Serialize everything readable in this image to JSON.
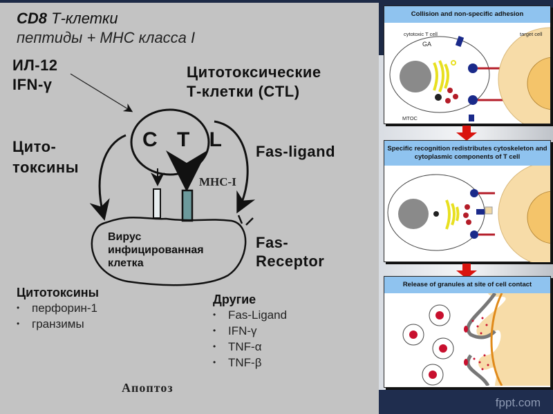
{
  "slide": {
    "brand": "fppt.com",
    "colors": {
      "slide_bg": "#1d2a46",
      "diagram_bg": "#c3c3c3",
      "panel_title_bg": "#8fc3ef",
      "arrow": "#d9140e",
      "granule": "#c8102e",
      "target_cell": "#f7dca8"
    }
  },
  "left_diagram": {
    "header": {
      "bold": "CD8",
      "italic": "Т-клетки",
      "line2": "пептиды + МНС класса I"
    },
    "inducers": {
      "line1": "ИЛ-12",
      "line2": "IFN-γ"
    },
    "ctl_title": {
      "line1": "Цитотоксические",
      "line2": "Т-клетки (CTL)"
    },
    "ctl_label": "C T L",
    "cytotoxins_label": {
      "line1": "Цито-",
      "line2": "токсины"
    },
    "fas_ligand_label": "Fas-ligand",
    "mhc_label": "МНС-I",
    "infected_cell": {
      "line1": "Вирус",
      "line2": "инфицированная",
      "line3": "клетка"
    },
    "fas_receptor_label": {
      "line1": "Fas-",
      "line2": "Receptor"
    },
    "cytotoxins_list": {
      "title": "Цитотоксины",
      "items": [
        "перфорин-1",
        "гранзимы"
      ]
    },
    "others_list": {
      "title": "Другие",
      "items": [
        "Fas-Ligand",
        "IFN-γ",
        "TNF-α",
        "TNF-β"
      ]
    },
    "outcome": "Апоптоз"
  },
  "right_diagram": {
    "panels": [
      {
        "title": "Collision and non-specific adhesion",
        "labels": {
          "t_cell": "cytotoxic T cell",
          "target": "target cell",
          "golgi": "GA",
          "mtoc": "MTOC"
        }
      },
      {
        "title": "Specific recognition redistributes cytoskeleton and cytoplasmic components of T cell"
      },
      {
        "title": "Release of granules at site of cell contact"
      }
    ]
  }
}
